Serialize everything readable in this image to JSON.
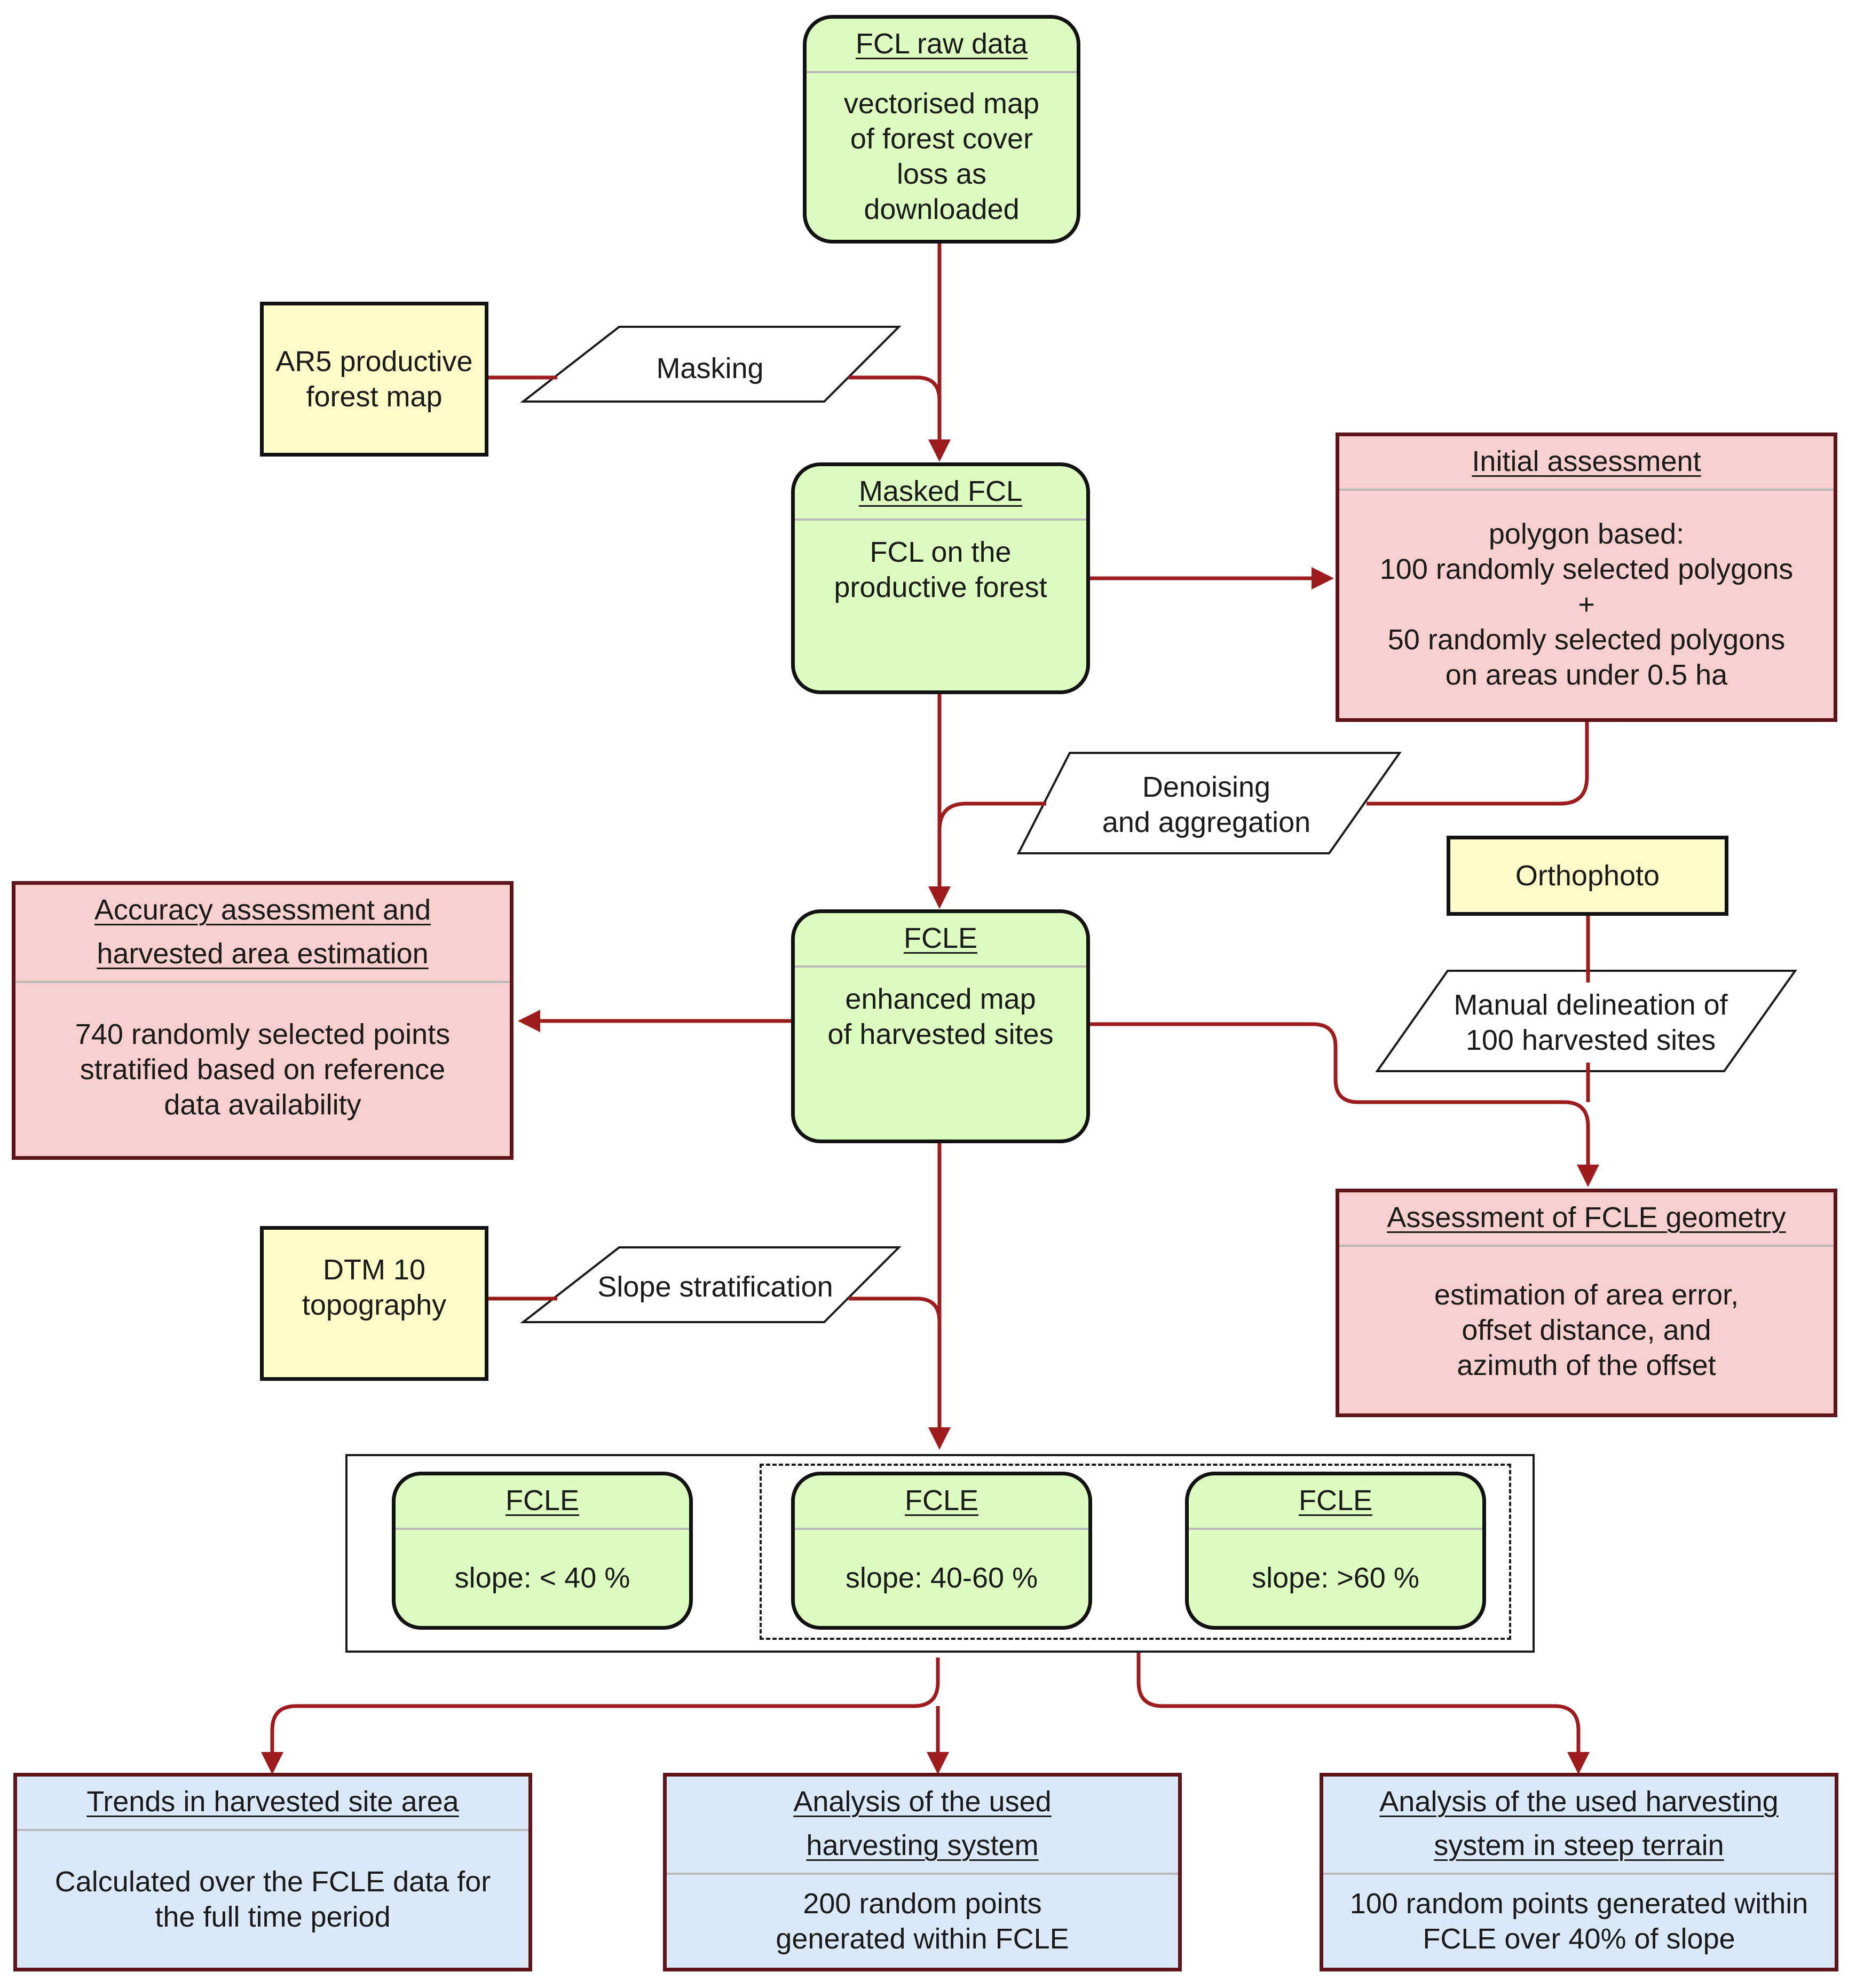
{
  "nodes": {
    "fcl_raw": {
      "title": "FCL raw data",
      "lines": [
        "vectorised map",
        "of forest cover",
        "loss as",
        "downloaded"
      ]
    },
    "ar5": {
      "lines": [
        "AR5 productive",
        "forest map"
      ]
    },
    "masked_fcl": {
      "title": "Masked FCL",
      "lines": [
        "FCL on the",
        "productive forest"
      ]
    },
    "initial_assessment": {
      "title": "Initial assessment",
      "lines": [
        "polygon based:",
        "100 randomly selected polygons",
        "+",
        "50 randomly selected polygons",
        "on areas under 0.5 ha"
      ]
    },
    "fcle": {
      "title": "FCLE",
      "lines": [
        "enhanced map",
        "of harvested sites"
      ]
    },
    "accuracy": {
      "title_lines": [
        "Accuracy assessment and",
        "harvested area estimation"
      ],
      "lines": [
        "740 randomly selected points",
        "stratified based on reference",
        "data availability"
      ]
    },
    "orthophoto": {
      "lines": [
        "Orthophoto"
      ]
    },
    "geometry": {
      "title": "Assessment of FCLE  geometry",
      "lines": [
        "estimation of area error,",
        "offset distance, and",
        "azimuth of the offset"
      ]
    },
    "dtm": {
      "lines": [
        "DTM 10",
        "topography"
      ]
    },
    "slope_low": {
      "title": "FCLE",
      "lines": [
        "slope: < 40 %"
      ]
    },
    "slope_mid": {
      "title": "FCLE",
      "lines": [
        "slope: 40-60 %"
      ]
    },
    "slope_high": {
      "title": "FCLE",
      "lines": [
        "slope: >60 %"
      ]
    },
    "trends": {
      "title": "Trends in harvested site area",
      "lines": [
        "Calculated over the FCLE data for",
        "the full time period"
      ]
    },
    "harvesting_system": {
      "title_lines": [
        "Analysis of the used",
        "harvesting system"
      ],
      "lines": [
        "200 random points",
        "generated within FCLE"
      ]
    },
    "steep_terrain": {
      "title_lines": [
        "Analysis of the used harvesting",
        "system in steep terrain"
      ],
      "lines": [
        "100 random points generated within",
        "FCLE over 40% of slope"
      ]
    }
  },
  "processes": {
    "masking": {
      "lines": [
        "Masking"
      ]
    },
    "denoising": {
      "lines": [
        "Denoising",
        "and aggregation"
      ]
    },
    "manual": {
      "lines": [
        "Manual delineation of",
        "100 harvested sites"
      ]
    },
    "slope_strat": {
      "lines": [
        "Slope stratification"
      ]
    }
  },
  "colors": {
    "arrow": "#9e1b1e",
    "process_fill": "#ffffff",
    "process_border": "#1a1a1a",
    "data_node": "#dcfcc0",
    "assessment_node": "#f7cfcf",
    "input_node": "#fdfcc8",
    "analysis_node": "#dbe8f8"
  }
}
